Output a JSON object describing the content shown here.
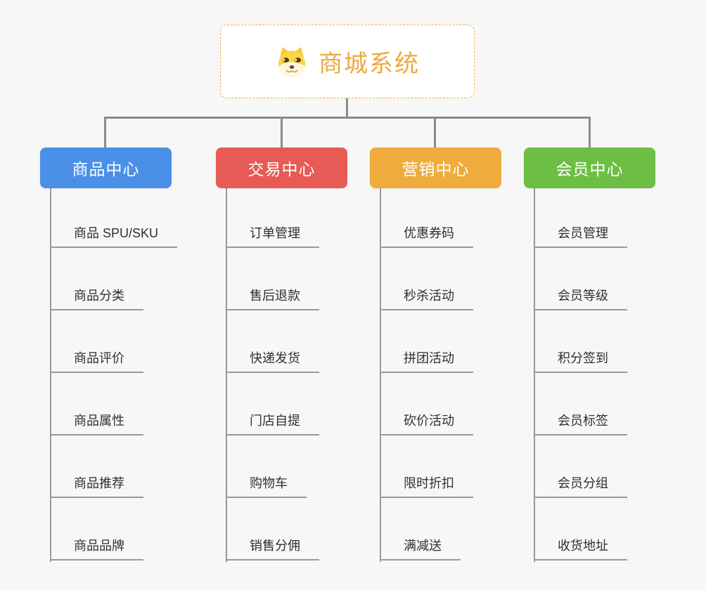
{
  "root": {
    "title": "商城系统",
    "icon": "doge-icon"
  },
  "branches": [
    {
      "label": "商品中心",
      "color": "#4A90E8",
      "items": [
        "商品 SPU/SKU",
        "商品分类",
        "商品评价",
        "商品属性",
        "商品推荐",
        "商品品牌"
      ]
    },
    {
      "label": "交易中心",
      "color": "#E85A55",
      "items": [
        "订单管理",
        "售后退款",
        "快递发货",
        "门店自提",
        "购物车",
        "销售分佣"
      ]
    },
    {
      "label": "营销中心",
      "color": "#EFAC3C",
      "items": [
        "优惠券码",
        "秒杀活动",
        "拼团活动",
        "砍价活动",
        "限时折扣",
        "满减送"
      ]
    },
    {
      "label": "会员中心",
      "color": "#6DBE45",
      "items": [
        "会员管理",
        "会员等级",
        "积分签到",
        "会员标签",
        "会员分组",
        "收货地址"
      ]
    }
  ],
  "colors": {
    "background": "#F7F7F7",
    "connector": "#8A8A8A",
    "branch_line": "#999999",
    "item_text": "#2F2F2F",
    "root_title": "#EFA93F",
    "root_border": "#F2B04A"
  }
}
